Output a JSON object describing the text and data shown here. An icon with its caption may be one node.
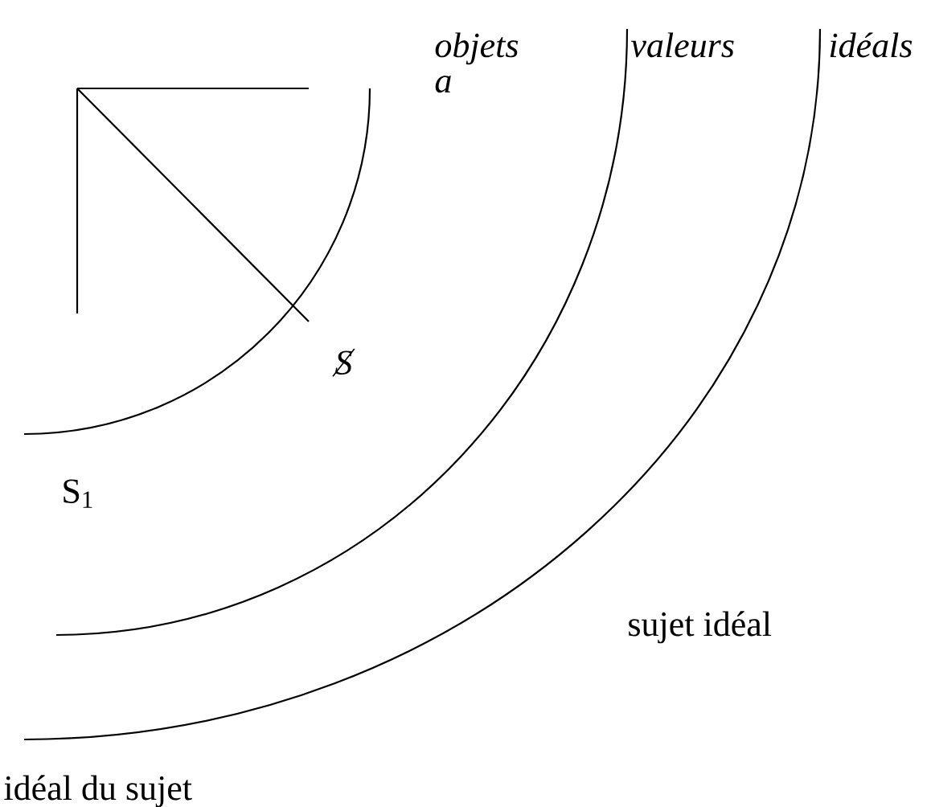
{
  "diagram": {
    "labels": [
      "objets a",
      "valeurs",
      "idéals",
      "S",
      "S$_{1}$",
      "sujet idéal",
      "idéal du sujet"
    ]
  }
}
